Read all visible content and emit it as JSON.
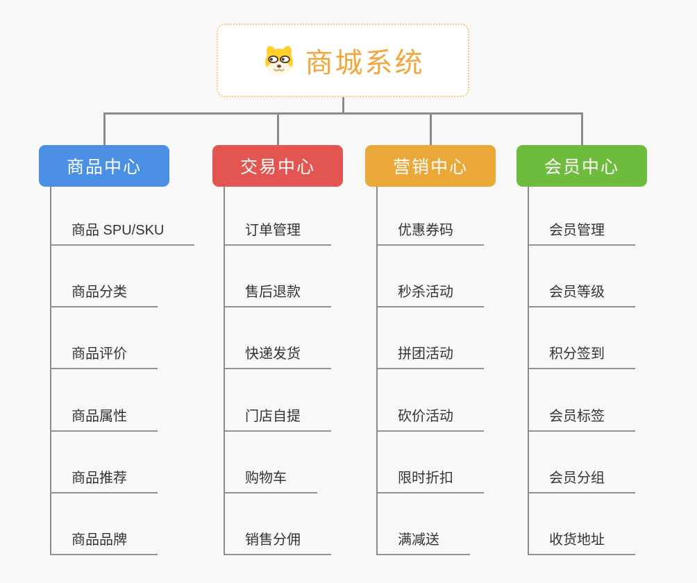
{
  "title": "商城系统",
  "root": {
    "label": "商城系统",
    "icon": "dog-face-icon"
  },
  "branches": [
    {
      "label": "商品中心",
      "color": "#4b90e4",
      "children": [
        "商品 SPU/SKU",
        "商品分类",
        "商品评价",
        "商品属性",
        "商品推荐",
        "商品品牌"
      ]
    },
    {
      "label": "交易中心",
      "color": "#e25550",
      "children": [
        "订单管理",
        "售后退款",
        "快递发货",
        "门店自提",
        "购物车",
        "销售分佣"
      ]
    },
    {
      "label": "营销中心",
      "color": "#eaa838",
      "children": [
        "优惠券码",
        "秒杀活动",
        "拼团活动",
        "砍价活动",
        "限时折扣",
        "满减送"
      ]
    },
    {
      "label": "会员中心",
      "color": "#6ebc3e",
      "children": [
        "会员管理",
        "会员等级",
        "积分签到",
        "会员标签",
        "会员分组",
        "收货地址"
      ]
    }
  ],
  "colors": {
    "background": "#f8f8f8",
    "connector": "#8a8a8a",
    "leaf_underline": "#8f8f8f",
    "leaf_text": "#333333",
    "root_text": "#f2a73d",
    "root_border": "#f5c678",
    "branch_text": "#ffffff"
  }
}
